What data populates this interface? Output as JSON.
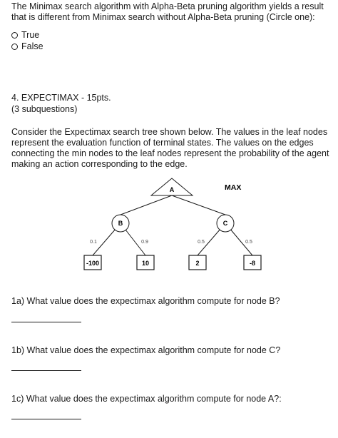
{
  "question_3": {
    "text": "The Minimax search algorithm with Alpha-Beta pruning algorithm yields a result that is different from Minimax search without Alpha-Beta pruning (Circle one):",
    "options": [
      "True",
      "False"
    ]
  },
  "question_4": {
    "title": "4. EXPECTIMAX - 15pts.",
    "subtitle": "(3 subquestions)",
    "description": "Consider the Expectimax search tree shown below.  The values in the leaf nodes represent the evaluation function of terminal states. The values on the edges connecting the min nodes to the leaf nodes represent the probability of the agent making an action corresponding to the edge."
  },
  "tree": {
    "max_label": "MAX",
    "root": "A",
    "chance_nodes": [
      "B",
      "C"
    ],
    "edge_probs": [
      "0.1",
      "0.9",
      "0.5",
      "0.5"
    ],
    "leaves": [
      "-100",
      "10",
      "2",
      "-8"
    ]
  },
  "subquestions": {
    "a1": "1a) What value does the expectimax algorithm compute for node B?",
    "b1": "1b) What value does the expectimax algorithm compute for node C?",
    "c1": "1c) What value does the expectimax algorithm compute for node A?:"
  }
}
